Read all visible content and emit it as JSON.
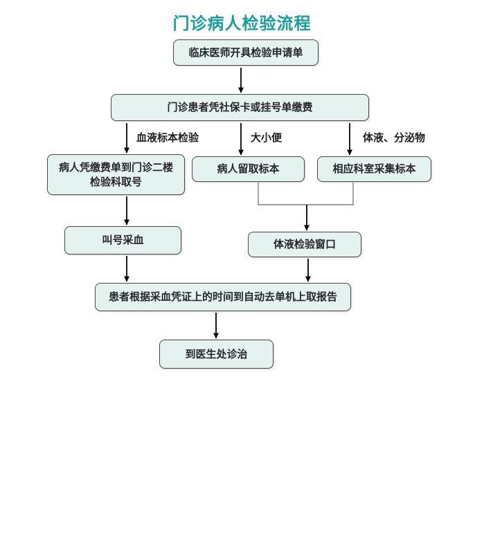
{
  "title": "门诊病人检验流程",
  "colors": {
    "title": "#1a9e9e",
    "node_fill": "#e4f3f0",
    "node_border": "#474747",
    "node_text": "#262626",
    "arrow": "#000000",
    "connector": "#7f7f7f"
  },
  "nodes": {
    "clinician_order": "临床医师开具检验申请单",
    "payment": "门诊患者凭社保卡或挂号单缴费",
    "get_number": "病人凭缴费单到门诊二楼\n检验科取号",
    "leave_specimen": "病人留取标本",
    "dept_collect": "相应科室采集标本",
    "call_blood_draw": "叫号采血",
    "fluid_window": "体液检验窗口",
    "get_report": "患者根据采血凭证上的时间到自动去单机上取报告",
    "see_doctor": "到医生处诊治"
  },
  "edge_labels": {
    "blood": "血液标本检验",
    "stool_urine": "大小便",
    "body_fluid": "体液、分泌物"
  }
}
